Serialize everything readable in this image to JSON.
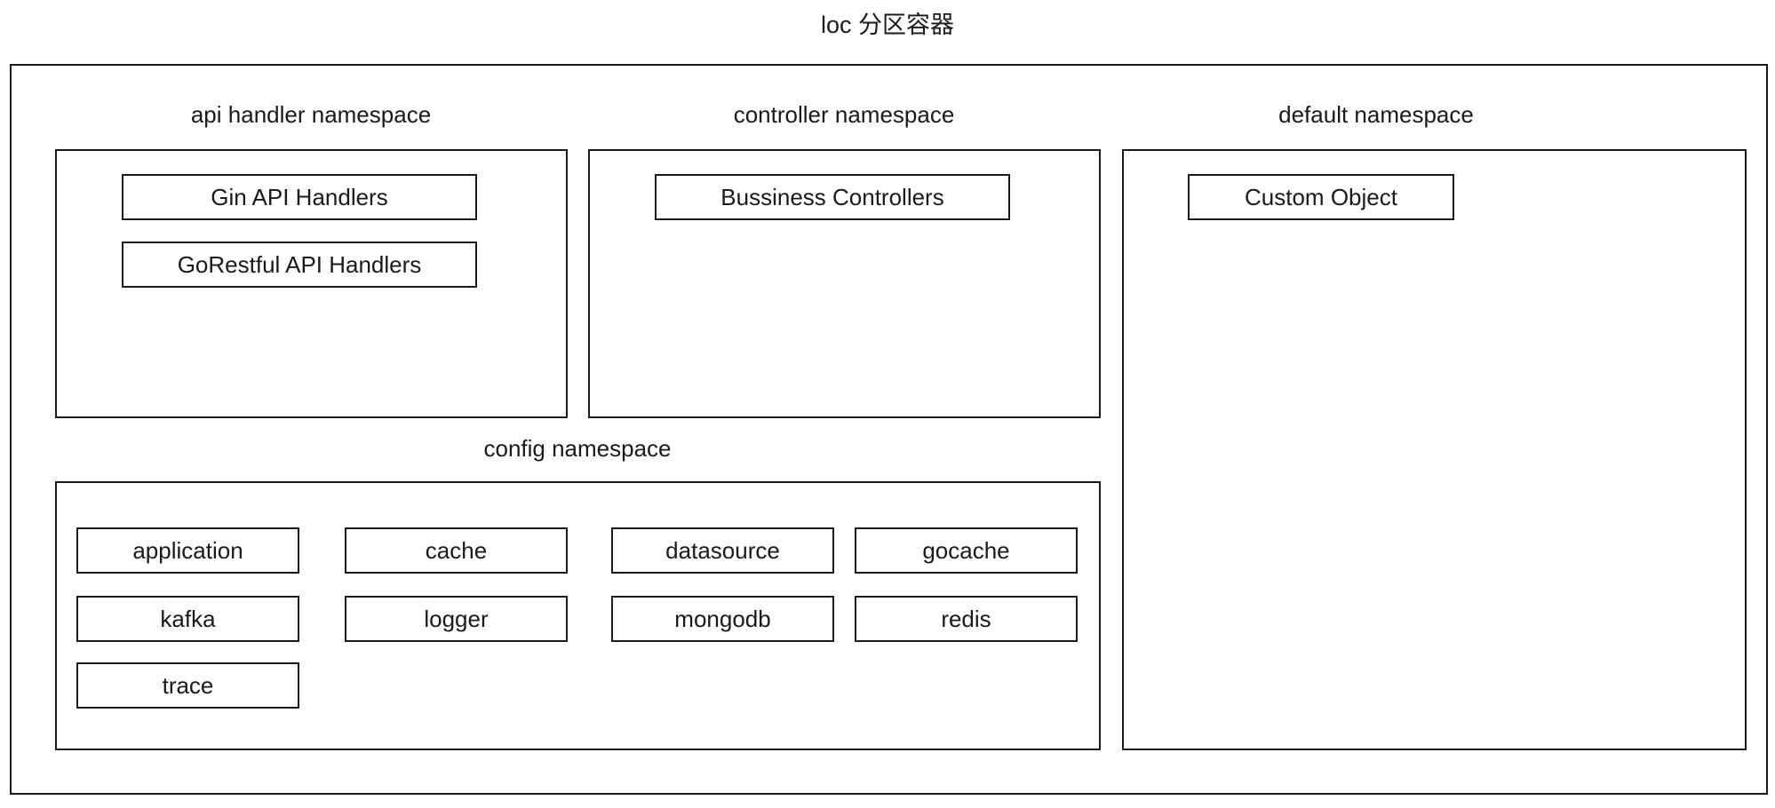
{
  "title": "loc 分区容器",
  "namespaces": {
    "api_handler": {
      "label": "api handler namespace",
      "items": [
        "Gin API Handlers",
        "GoRestful API Handlers"
      ]
    },
    "controller": {
      "label": "controller namespace",
      "items": [
        "Bussiness Controllers"
      ]
    },
    "default_ns": {
      "label": "default namespace",
      "items": [
        "Custom Object"
      ]
    },
    "config": {
      "label": "config namespace",
      "items": [
        "application",
        "cache",
        "datasource",
        "gocache",
        "kafka",
        "logger",
        "mongodb",
        "redis",
        "trace"
      ]
    }
  },
  "colors": {
    "stroke": "#1a1a1a",
    "text": "#1a1a1a",
    "bg": "#ffffff"
  }
}
